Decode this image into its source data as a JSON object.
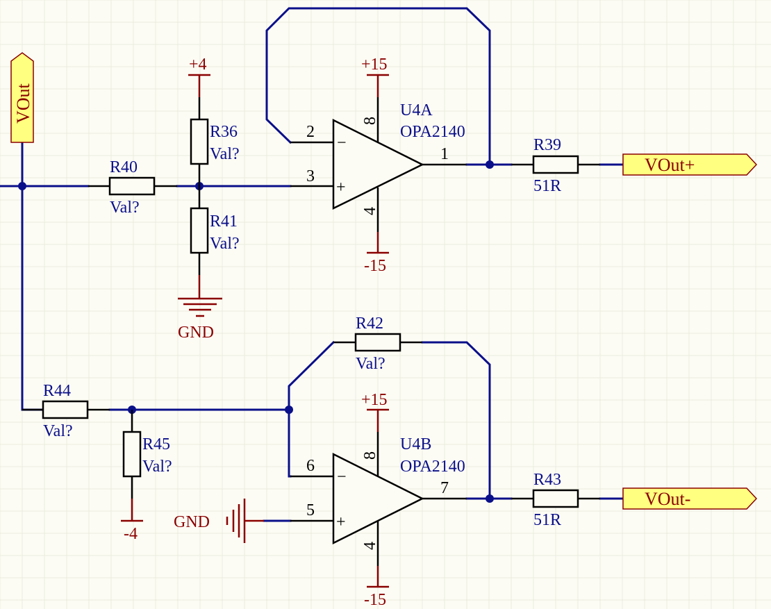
{
  "ports": {
    "vout_in": "VOut",
    "vout_plus": "VOut+",
    "vout_minus": "VOut-"
  },
  "power": {
    "p4": "+4",
    "m4": "-4",
    "u4a_vpos": "+15",
    "u4a_vneg": "-15",
    "u4b_vpos": "+15",
    "u4b_vneg": "-15",
    "gnd_top": "GND",
    "gnd_bottom": "GND"
  },
  "components": {
    "R36": {
      "designator": "R36",
      "value": "Val?"
    },
    "R40": {
      "designator": "R40",
      "value": "Val?"
    },
    "R41": {
      "designator": "R41",
      "value": "Val?"
    },
    "R39": {
      "designator": "R39",
      "value": "51R"
    },
    "R42": {
      "designator": "R42",
      "value": "Val?"
    },
    "R44": {
      "designator": "R44",
      "value": "Val?"
    },
    "R45": {
      "designator": "R45",
      "value": "Val?"
    },
    "R43": {
      "designator": "R43",
      "value": "51R"
    },
    "U4A": {
      "designator": "U4A",
      "part": "OPA2140"
    },
    "U4B": {
      "designator": "U4B",
      "part": "OPA2140"
    }
  },
  "pins": {
    "u4a_inv": "2",
    "u4a_noninv": "3",
    "u4a_out": "1",
    "u4a_vpos": "8",
    "u4a_vneg": "4",
    "u4b_inv": "6",
    "u4b_noninv": "5",
    "u4b_out": "7",
    "u4b_vpos": "8",
    "u4b_vneg": "4"
  },
  "symbols": {
    "minus": "−",
    "plus": "+"
  },
  "colors": {
    "background": "#fdfcf4",
    "wire": "#0a0f8a",
    "power": "#8a0000",
    "port_fill": "#ffff80"
  }
}
